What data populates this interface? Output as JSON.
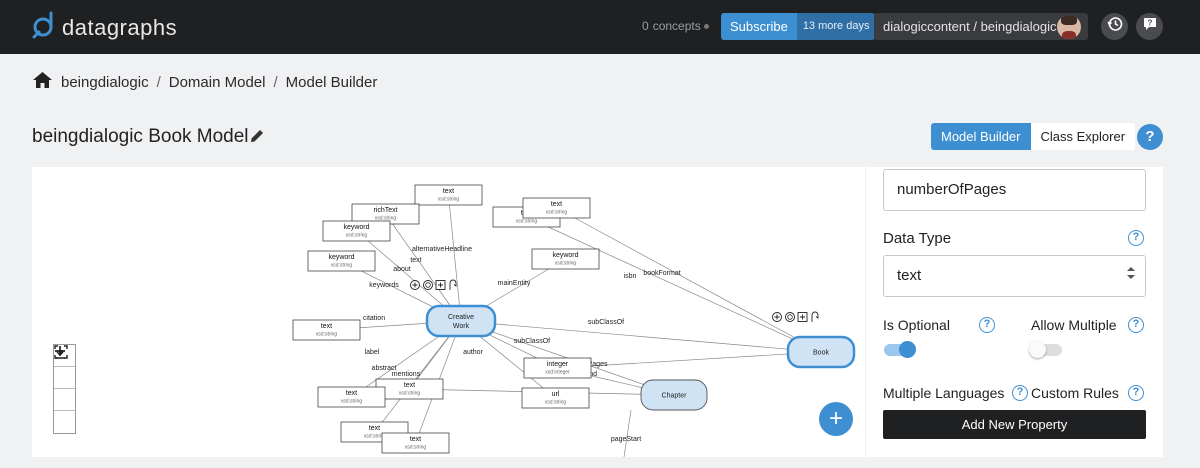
{
  "app": {
    "name": "datagraphs"
  },
  "header": {
    "concepts_count": "0",
    "concepts_label": "concepts",
    "subscribe_label": "Subscribe",
    "trial_label": "13 more days",
    "repo_label": "dialogiccontent / beingdialogic"
  },
  "breadcrumb": [
    "beingdialogic",
    "Domain Model",
    "Model Builder"
  ],
  "page": {
    "title": "beingdialogic Book Model"
  },
  "view_toggle": {
    "active": "Model Builder",
    "inactive": "Class Explorer",
    "help": "?"
  },
  "graph": {
    "classes": [
      {
        "id": "cw",
        "label1": "Creative",
        "label2": "Work"
      },
      {
        "id": "book",
        "label1": "Book"
      },
      {
        "id": "chapter",
        "label1": "Chapter"
      }
    ],
    "literals": [
      {
        "id": "l1",
        "title": "text",
        "type": "xsd:string"
      },
      {
        "id": "l2",
        "title": "richText",
        "type": "xsd:string"
      },
      {
        "id": "l3",
        "title": "keyword",
        "type": "xsd:string"
      },
      {
        "id": "l4",
        "title": "text",
        "type": "xsd:string"
      },
      {
        "id": "l5",
        "title": "text",
        "type": "xsd:string"
      },
      {
        "id": "l6",
        "title": "keyword",
        "type": "xsd:string"
      },
      {
        "id": "l7",
        "title": "keyword",
        "type": "xsd:string"
      },
      {
        "id": "l8",
        "title": "text",
        "type": "xsd:string"
      },
      {
        "id": "l9",
        "title": "integer",
        "type": "xsd:integer"
      },
      {
        "id": "l10",
        "title": "url",
        "type": "xsd:string"
      },
      {
        "id": "l11",
        "title": "text",
        "type": "xsd:string"
      },
      {
        "id": "l12",
        "title": "text",
        "type": "xsd:string"
      },
      {
        "id": "l13",
        "title": "text",
        "type": "xsd:string"
      },
      {
        "id": "l14",
        "title": "text",
        "type": "xsd:string"
      }
    ],
    "edge_labels": {
      "alternativeHeadline": "alternativeHeadline",
      "text": "text",
      "about": "about",
      "keywords": "keywords",
      "mainEntity": "mainEntity",
      "isbn": "isbn",
      "bookFormat": "bookFormat",
      "subClassOf1": "subClassOf",
      "subClassOf2": "subClassOf",
      "citation": "citation",
      "label": "label",
      "author": "author",
      "abstract": "abstract",
      "mentions": "mentions",
      "numberOfPages": "numberOfPages",
      "pageEnd": "pageEnd",
      "pageStart": "pageStart"
    }
  },
  "side_panel": {
    "property_name_value": "numberOfPages",
    "data_type_label": "Data Type",
    "data_type_value": "text",
    "is_optional_label": "Is Optional",
    "is_optional_on": true,
    "allow_multiple_label": "Allow Multiple",
    "allow_multiple_on": false,
    "multiple_languages_label": "Multiple Languages",
    "custom_rules_label": "Custom Rules",
    "add_button_label": "Add New Property"
  },
  "colors": {
    "accent": "#3e8fd1",
    "topbar": "#1f2022",
    "class_fill": "#cfe3f5",
    "class_stroke_selected": "#3e8fd1"
  }
}
